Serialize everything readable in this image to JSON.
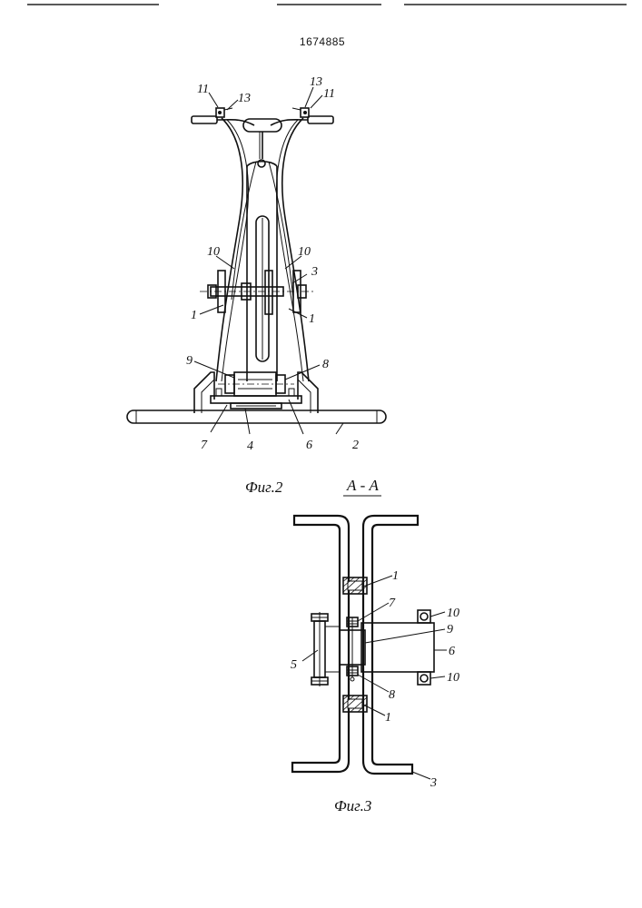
{
  "patent_number": "1674885",
  "fig2": {
    "caption": "Фиг.2",
    "labels": {
      "l11a": "11",
      "l13a": "13",
      "l13b": "13",
      "l11b": "11",
      "l10a": "10",
      "l10b": "10",
      "l3": "3",
      "l1a": "1",
      "l1b": "1",
      "l9": "9",
      "l8": "8",
      "l7": "7",
      "l4": "4",
      "l6": "6",
      "l2": "2"
    }
  },
  "fig3": {
    "section": "А - А",
    "caption": "Фиг.3",
    "labels": {
      "l1a": "1",
      "l7": "7",
      "l10a": "10",
      "l9": "9",
      "l6": "6",
      "l5": "5",
      "l10b": "10",
      "l8": "8",
      "l1b": "1",
      "l3": "3"
    }
  }
}
